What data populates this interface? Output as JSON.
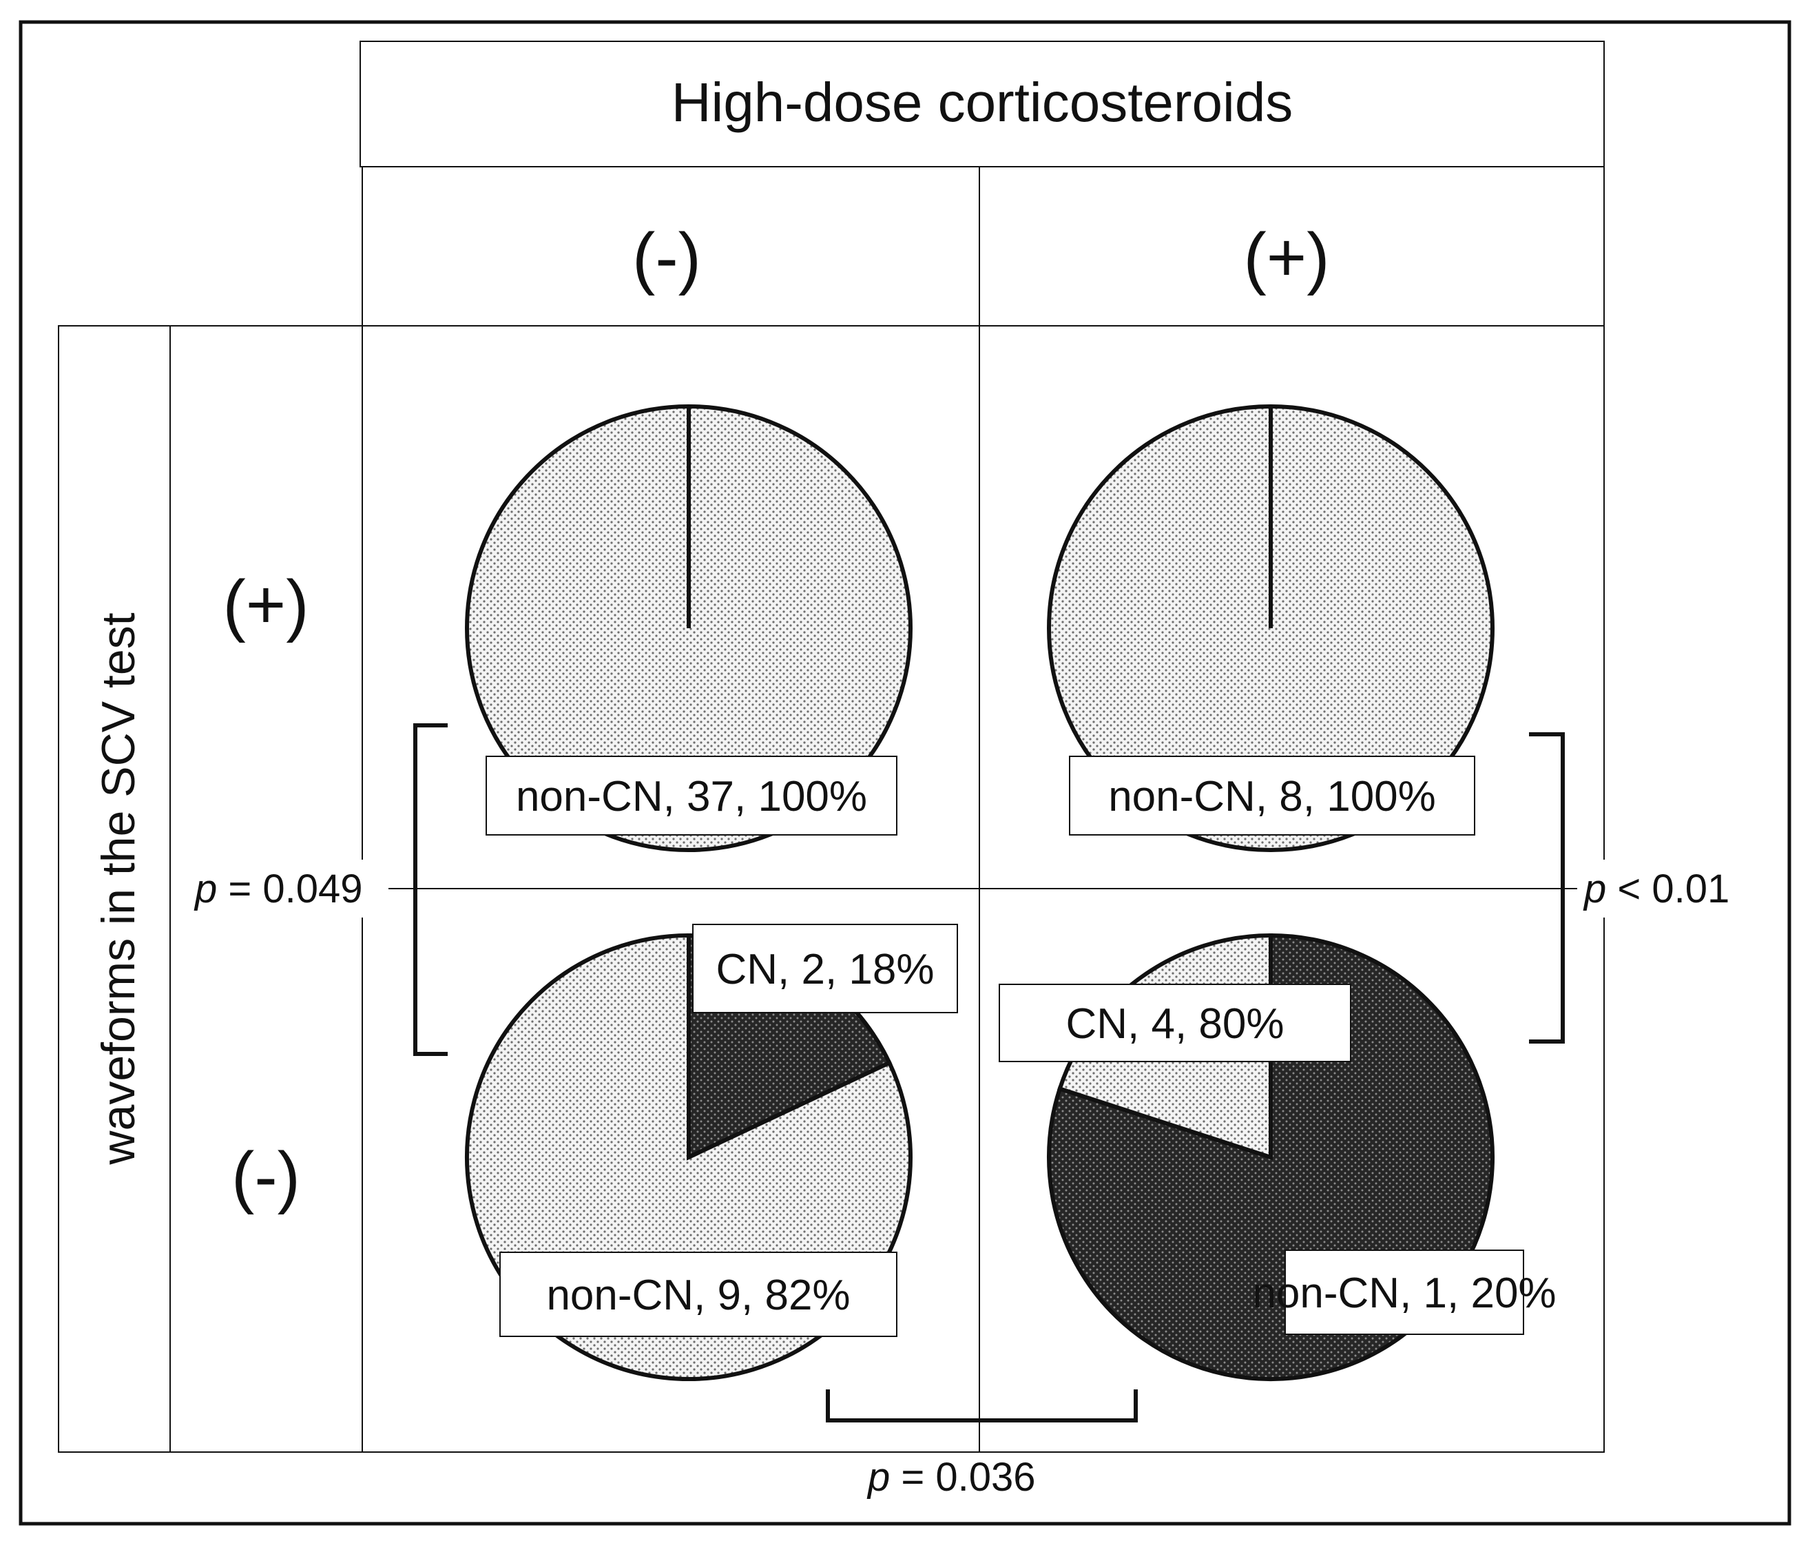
{
  "header": {
    "title": "High-dose corticosteroids",
    "col_labels": [
      "(-)",
      "(+)"
    ]
  },
  "side": {
    "title": "waveforms in the SCV test",
    "row_labels": [
      "(+)",
      "(-)"
    ]
  },
  "pvalues": {
    "left": {
      "p": "p",
      "rest": " = 0.049"
    },
    "right": {
      "p": "p",
      "rest": " < 0.01"
    },
    "bottom": {
      "p": "p",
      "rest": " = 0.036"
    }
  },
  "chart_data": [
    {
      "type": "pie",
      "row": "(+)",
      "column": "(-)",
      "slices": [
        {
          "label": "non-CN",
          "count": 37,
          "percent": 100,
          "text": "non-CN, 37, 100%"
        }
      ]
    },
    {
      "type": "pie",
      "row": "(+)",
      "column": "(+)",
      "slices": [
        {
          "label": "non-CN",
          "count": 8,
          "percent": 100,
          "text": "non-CN, 8, 100%"
        }
      ]
    },
    {
      "type": "pie",
      "row": "(-)",
      "column": "(-)",
      "slices": [
        {
          "label": "CN",
          "count": 2,
          "percent": 18,
          "text": "CN, 2, 18%"
        },
        {
          "label": "non-CN",
          "count": 9,
          "percent": 82,
          "text": "non-CN, 9, 82%"
        }
      ]
    },
    {
      "type": "pie",
      "row": "(-)",
      "column": "(+)",
      "slices": [
        {
          "label": "CN",
          "count": 4,
          "percent": 80,
          "text": "CN, 4, 80%"
        },
        {
          "label": "non-CN",
          "count": 1,
          "percent": 20,
          "text": "non-CN, 1, 20%"
        }
      ]
    }
  ],
  "colors": {
    "cn_fill": "#2b2b2b",
    "non_cn_fill": "#f3f3f3",
    "stroke": "#111111"
  }
}
